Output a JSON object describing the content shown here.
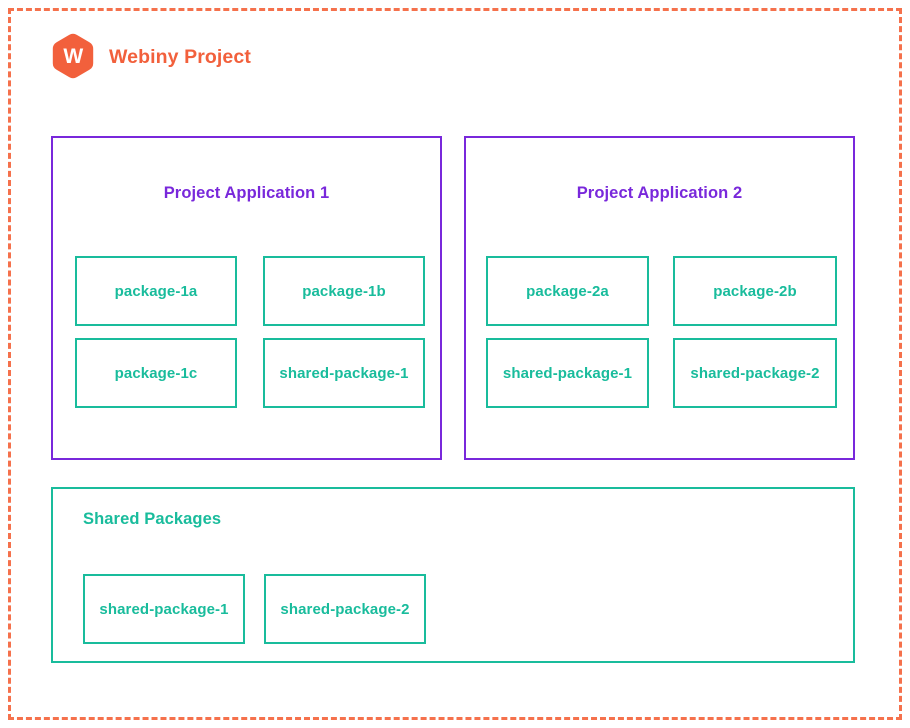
{
  "header": {
    "logo_icon": "webiny-hexagon-logo-icon",
    "logo_letter": "W",
    "title": "Webiny Project",
    "logo_color": "#F2603C",
    "title_color": "#F2603C"
  },
  "frame": {
    "border_color": "#F5714C",
    "border_style": "dashed",
    "label": "project-root-boundary"
  },
  "colors": {
    "application_border": "#7928DB",
    "application_title": "#7928DB",
    "package_border": "#19BC9C",
    "package_text": "#19BC9C",
    "background": "#FFFFFF"
  },
  "applications": [
    {
      "title": "Project Application 1",
      "packages": [
        {
          "name": "package-1a"
        },
        {
          "name": "package-1b"
        },
        {
          "name": "package-1c"
        },
        {
          "name": "shared-package-1"
        }
      ]
    },
    {
      "title": "Project Application 2",
      "packages": [
        {
          "name": "package-2a"
        },
        {
          "name": "package-2b"
        },
        {
          "name": "shared-package-1"
        },
        {
          "name": "shared-package-2"
        }
      ]
    }
  ],
  "shared_section": {
    "title": "Shared Packages",
    "packages": [
      {
        "name": "shared-package-1"
      },
      {
        "name": "shared-package-2"
      }
    ]
  }
}
